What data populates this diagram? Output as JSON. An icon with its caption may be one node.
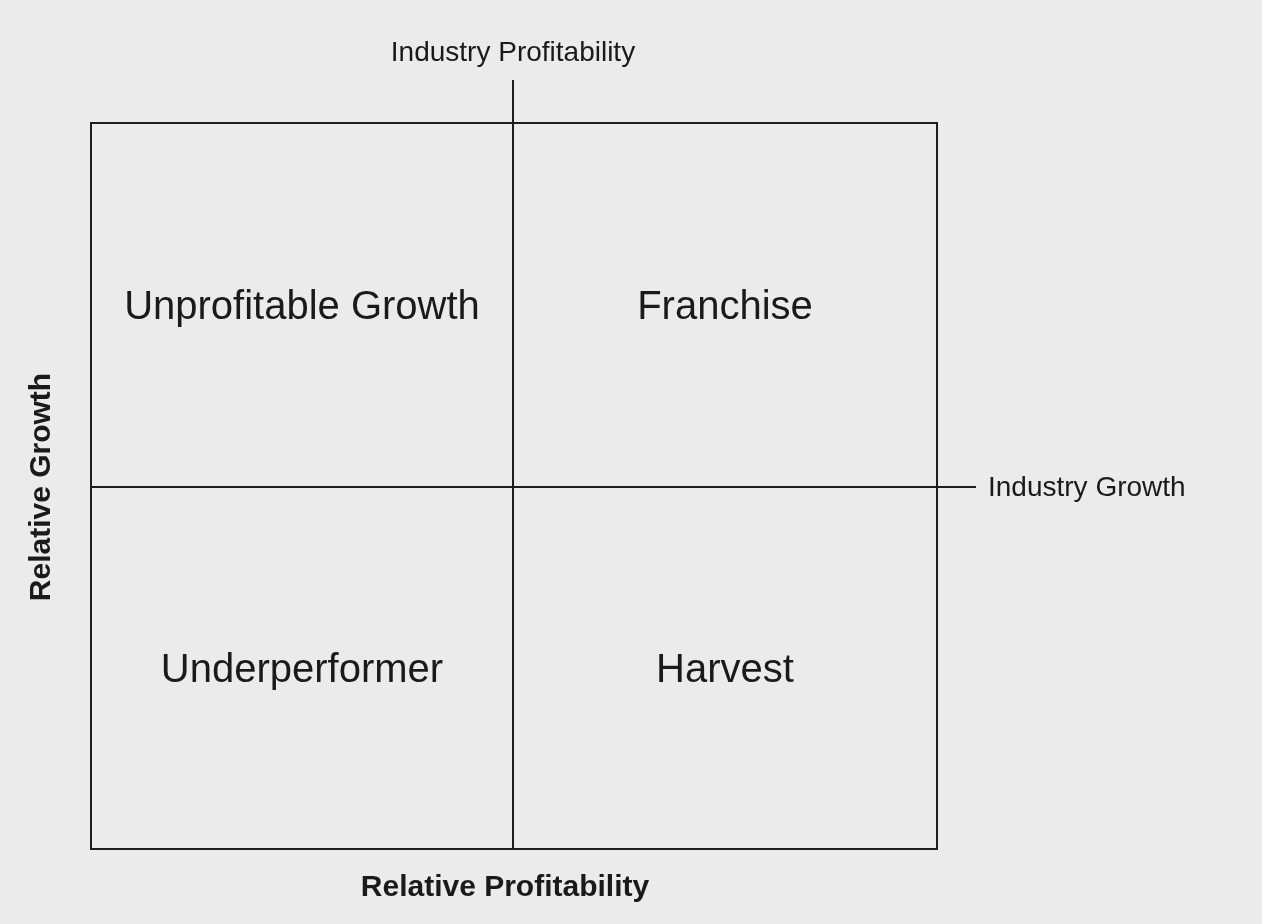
{
  "diagram": {
    "nodes": [
      {
        "text": [
          "Unprofitable Growth"
        ]
      },
      {
        "text": [
          "Franchise"
        ]
      },
      {
        "text": [
          "Underperformer"
        ]
      },
      {
        "text": [
          "Harvest"
        ]
      }
    ],
    "labels": [
      "Industry Profitability",
      "Industry Growth",
      "Relative Growth",
      "Relative Profitability"
    ]
  }
}
